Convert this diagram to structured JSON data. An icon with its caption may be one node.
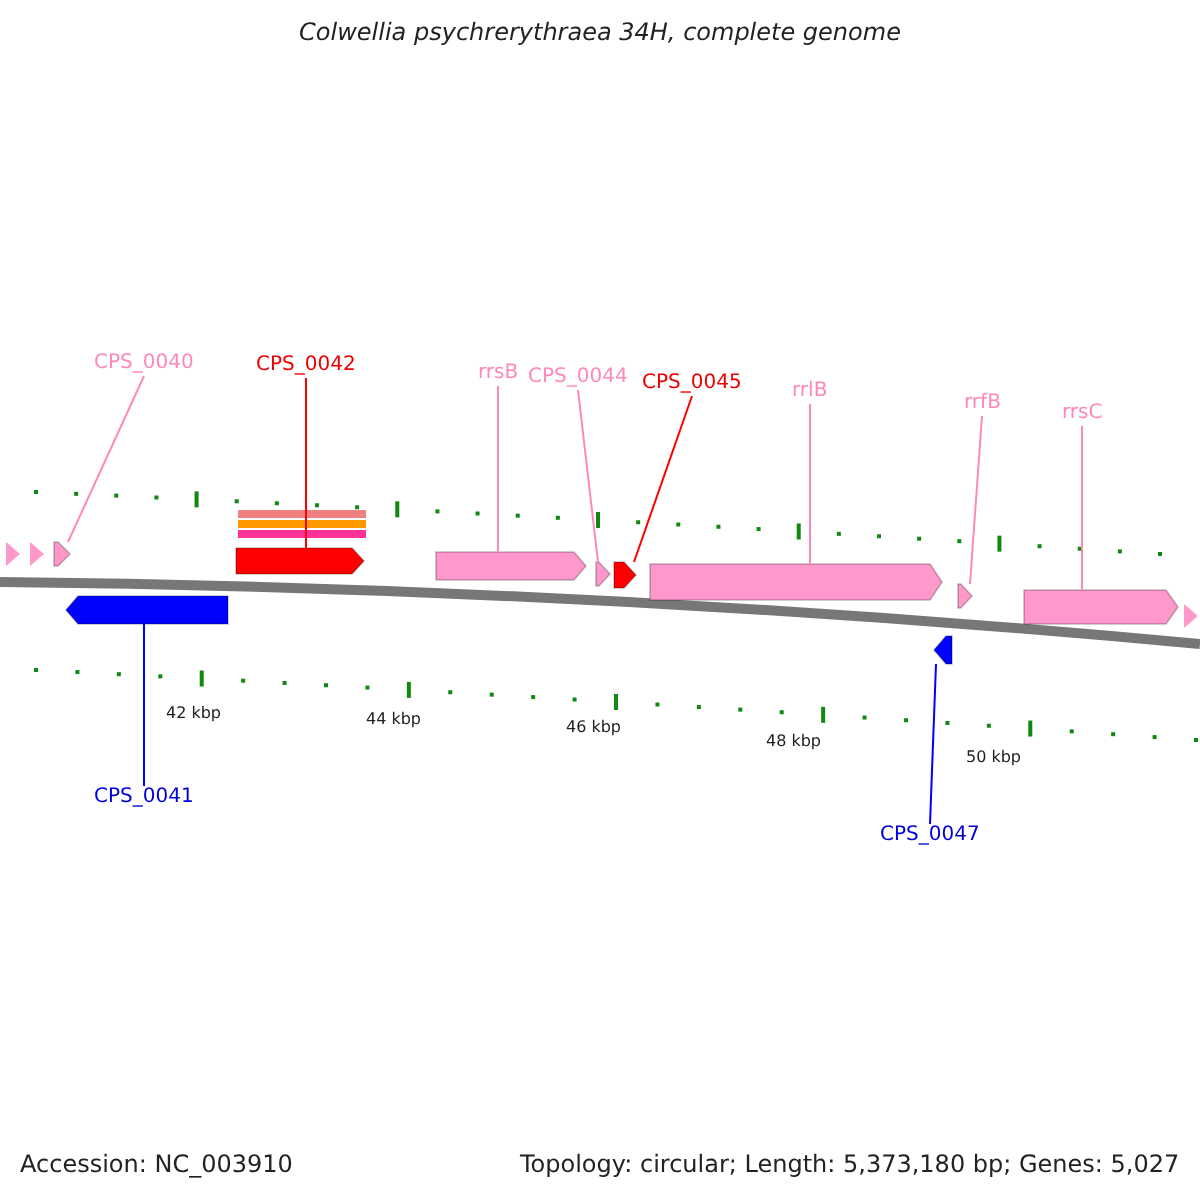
{
  "diagram": {
    "title": "Colwellia psychrerythraea 34H, complete genome",
    "nodes": [
      {
        "text": [
          "CPS_0040"
        ]
      },
      {
        "text": [
          "CPS_0042"
        ]
      },
      {
        "text": [
          "rrsB"
        ]
      },
      {
        "text": [
          "CPS_0044"
        ]
      },
      {
        "text": [
          "CPS_0045"
        ]
      },
      {
        "text": [
          "rrlB"
        ]
      },
      {
        "text": [
          "rrfB"
        ]
      },
      {
        "text": [
          "rrsC"
        ]
      },
      {
        "text": [],
        "shape": "bar"
      },
      {
        "text": [],
        "shape": "bar"
      },
      {
        "text": [],
        "shape": "bar"
      },
      {
        "text": [],
        "shape": "bar"
      },
      {
        "text": [],
        "shape": "bar"
      },
      {
        "text": [],
        "shape": "bar"
      },
      {
        "text": [],
        "shape": "bar"
      },
      {
        "text": [],
        "shape": "bar"
      },
      {
        "text": [],
        "shape": "bar"
      },
      {
        "text": [],
        "shape": "bar"
      },
      {
        "text": [
          "CPS_0041"
        ]
      },
      {
        "text": [
          "CPS_0047"
        ]
      }
    ],
    "edges": [
      {
        "from": 0,
        "to": 8,
        "arrow": "none"
      },
      {
        "from": 1,
        "to": 9,
        "arrow": "none",
        "color": "#ff0000"
      },
      {
        "from": 2,
        "to": 10,
        "arrow": "none"
      },
      {
        "from": 3,
        "to": 11,
        "arrow": "none"
      },
      {
        "from": 4,
        "to": 12,
        "arrow": "none",
        "color": "#ff0000"
      },
      {
        "from": 5,
        "to": 13,
        "arrow": "none"
      },
      {
        "from": 6,
        "to": 14,
        "arrow": "none"
      },
      {
        "from": 7,
        "to": 15,
        "arrow": "none"
      },
      {
        "from": 18,
        "to": 16,
        "arrow": "none",
        "color": "#0000ff"
      },
      {
        "from": 19,
        "to": 17,
        "arrow": "none",
        "color": "#0000ff"
      }
    ],
    "labels": [
      "42 kbp",
      "44 kbp",
      "46 kbp",
      "48 kbp",
      "50 kbp",
      "Accession: NC_003910",
      "Topology: circular; Length: 5,373,180 bp; Genes: 5,027"
    ]
  }
}
